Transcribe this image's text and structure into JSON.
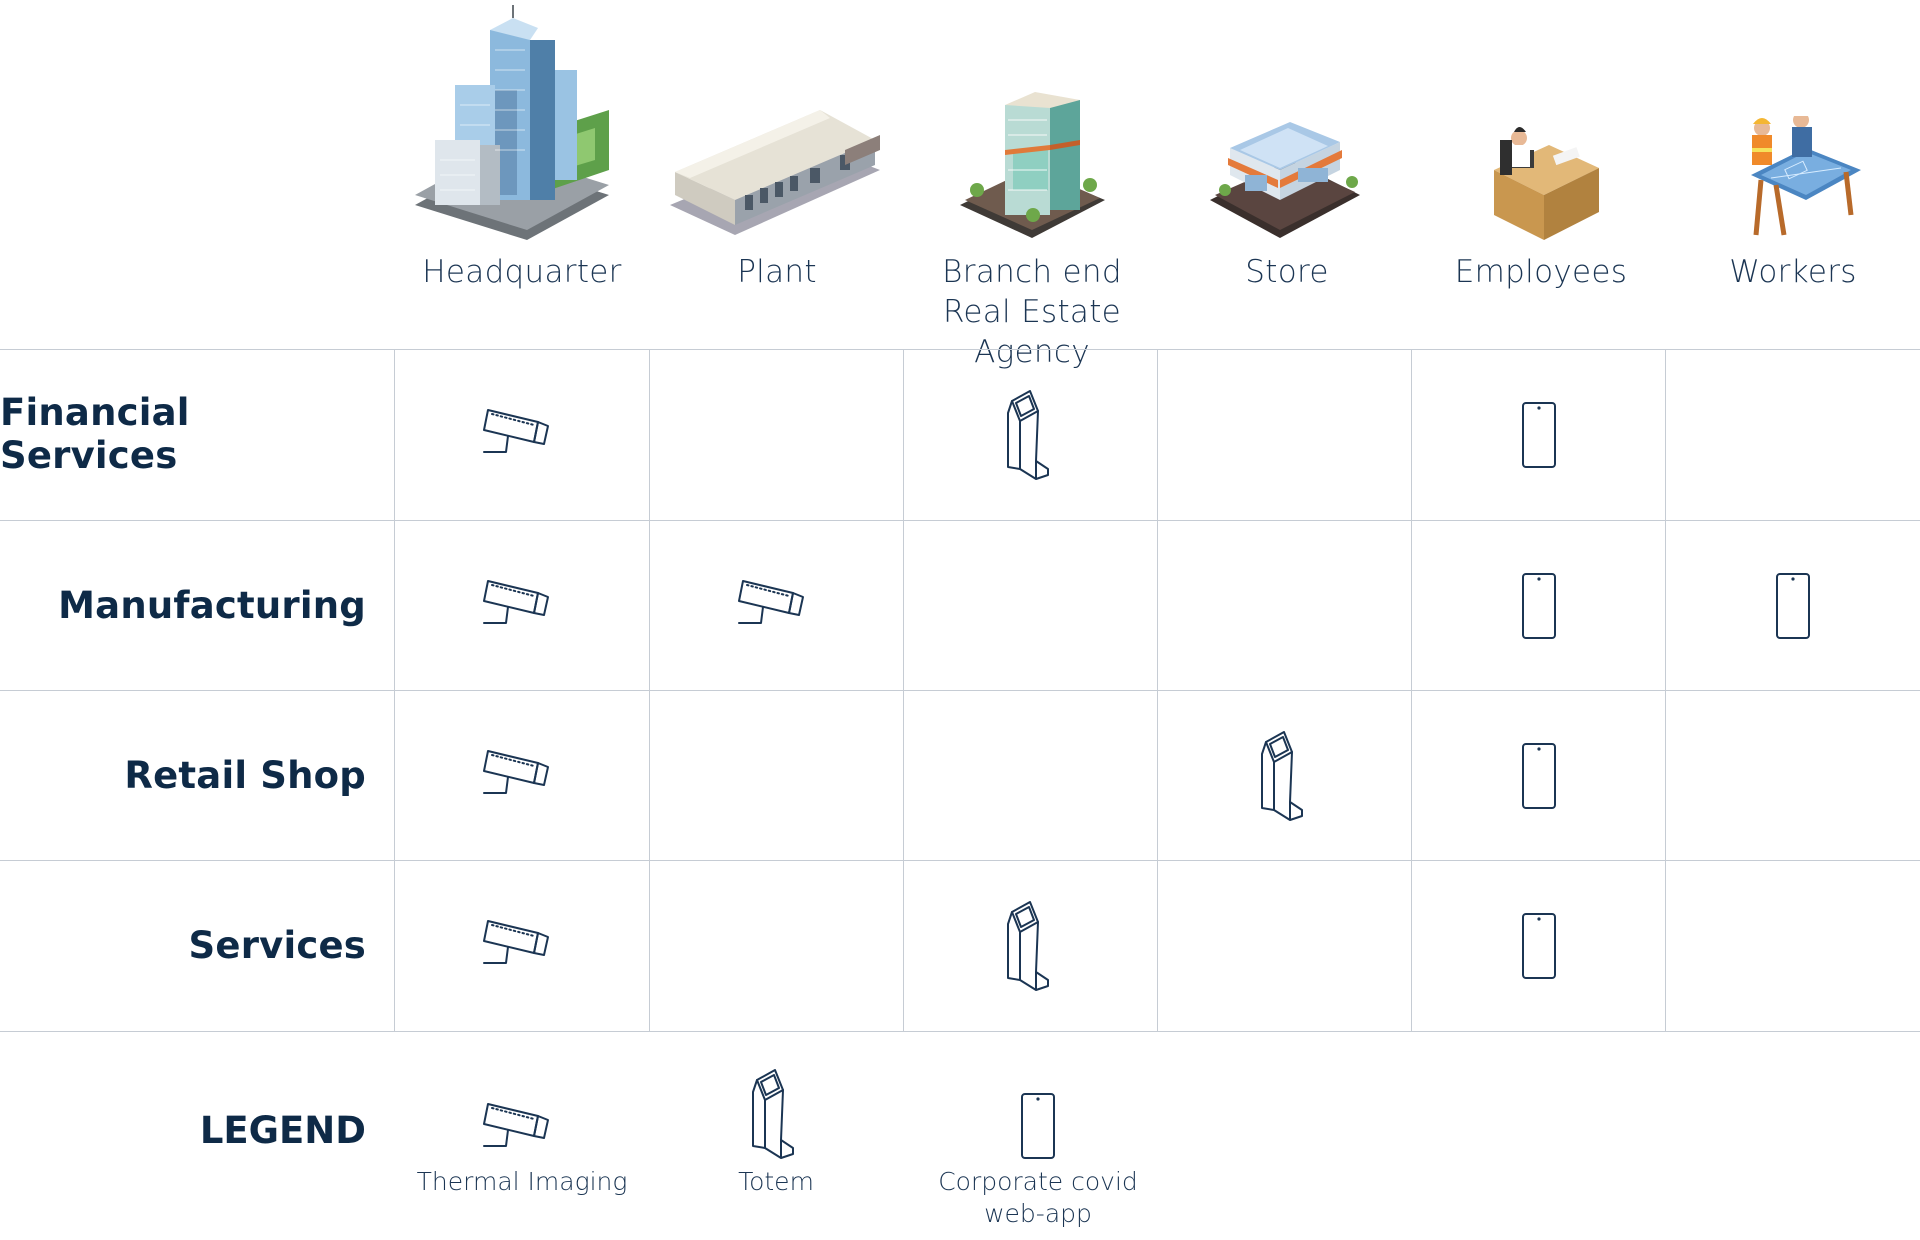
{
  "columns": [
    {
      "key": "headquarter",
      "label": "Headquarter",
      "icon": "skyscraper-icon"
    },
    {
      "key": "plant",
      "label": "Plant",
      "icon": "factory-plant-icon"
    },
    {
      "key": "branch",
      "label": "Branch end Real Estate Agency",
      "icon": "branch-building-icon"
    },
    {
      "key": "store",
      "label": "Store",
      "icon": "store-icon"
    },
    {
      "key": "employees",
      "label": "Employees",
      "icon": "employee-desk-icon"
    },
    {
      "key": "workers",
      "label": "Workers",
      "icon": "workers-icon"
    }
  ],
  "rows": [
    {
      "label": "Financial Services",
      "cells": [
        "thermal",
        "",
        "totem",
        "",
        "phone",
        ""
      ]
    },
    {
      "label": "Manufacturing",
      "cells": [
        "thermal",
        "thermal",
        "",
        "",
        "phone",
        "phone"
      ]
    },
    {
      "label": "Retail Shop",
      "cells": [
        "thermal",
        "",
        "",
        "totem",
        "phone",
        ""
      ]
    },
    {
      "label": "Services",
      "cells": [
        "thermal",
        "",
        "totem",
        "",
        "phone",
        ""
      ]
    }
  ],
  "legend": {
    "title": "LEGEND",
    "items": [
      {
        "key": "thermal",
        "label": "Thermal Imaging",
        "icon": "thermal-camera-icon"
      },
      {
        "key": "totem",
        "label": "Totem",
        "icon": "totem-kiosk-icon"
      },
      {
        "key": "phone",
        "label": "Corporate covid web-app",
        "icon": "smartphone-icon"
      }
    ]
  },
  "colors": {
    "text": "#0e2a47",
    "icon_stroke": "#1b3553",
    "grid": "#c6ccd4"
  }
}
